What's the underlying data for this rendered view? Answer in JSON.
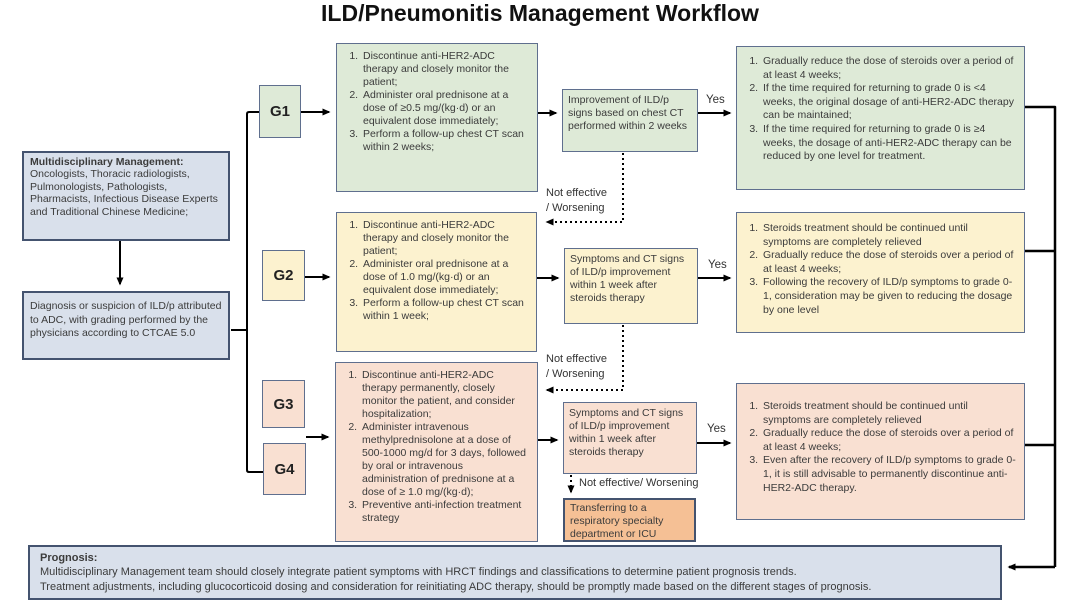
{
  "title": "ILD/Pneumonitis Management Workflow",
  "colors": {
    "green_fill": "#deead7",
    "yellow_fill": "#fcf2cf",
    "pink_fill": "#f9e0d2",
    "orange_fill": "#f5c095",
    "blue_fill": "#d9e0eb",
    "box_border": "#5f6f8e",
    "dark_border": "#44536f",
    "arrow": "#000000"
  },
  "left": {
    "multidisciplinary_heading": "Multidisciplinary Management:",
    "multidisciplinary_body": "Oncologists, Thoracic radiologists, Pulmonologists, Pathologists, Pharmacists, Infectious Disease Experts and Traditional Chinese Medicine;",
    "diagnosis": "Diagnosis or suspicion of ILD/p attributed to ADC, with grading performed by the physicians according to CTCAE 5.0"
  },
  "grades": {
    "g1": "G1",
    "g2": "G2",
    "g3": "G3",
    "g4": "G4"
  },
  "treatment": {
    "g1": {
      "items": [
        "Discontinue anti-HER2-ADC therapy and closely monitor the patient;",
        "Administer oral prednisone at a dose of ≥0.5 mg/(kg·d) or an equivalent dose immediately;",
        "Perform a follow-up chest CT scan within 2 weeks;"
      ]
    },
    "g2": {
      "items": [
        "Discontinue anti-HER2-ADC therapy and closely monitor the patient;",
        "Administer oral prednisone at a dose of 1.0 mg/(kg·d) or an equivalent dose immediately;",
        "Perform a follow-up chest CT scan within 1 week;"
      ]
    },
    "g34": {
      "items": [
        "Discontinue anti-HER2-ADC therapy permanently, closely monitor the patient, and consider hospitalization;",
        "Administer intravenous methylprednisolone at a dose of 500-1000 mg/d for 3 days, followed by oral or intravenous administration of prednisone at a dose of ≥ 1.0 mg/(kg·d);",
        "Preventive anti-infection treatment strategy"
      ]
    }
  },
  "assessment": {
    "g1": "Improvement of ILD/p signs based on chest CT performed within 2 weeks",
    "g2": "Symptoms and CT signs of ILD/p improvement within 1 week after steroids therapy",
    "g34": "Symptoms and CT signs of ILD/p improvement within 1 week after steroids therapy"
  },
  "labels": {
    "yes": "Yes",
    "not_effective_line1": "Not effective",
    "not_effective_line2": "/ Worsening",
    "not_effective_inline": "Not effective/ Worsening"
  },
  "transfer": "Transferring to a respiratory specialty department or ICU",
  "outcome": {
    "g1": {
      "items": [
        "Gradually reduce the dose of steroids over a period of at least 4 weeks;",
        "If the time required for returning to grade 0 is <4 weeks, the original dosage of anti-HER2-ADC therapy can be maintained;",
        "If the time required for returning to grade 0 is ≥4 weeks, the dosage of anti-HER2-ADC therapy can be reduced by one level for treatment."
      ]
    },
    "g2": {
      "items": [
        "Steroids treatment should be continued until symptoms are completely relieved",
        "Gradually reduce the dose of steroids over a period of at least 4 weeks;",
        "Following the recovery of ILD/p symptoms to grade 0-1, consideration may be given to reducing the dosage by one level"
      ]
    },
    "g34": {
      "items": [
        "Steroids treatment should be continued until symptoms are completely relieved",
        "Gradually reduce the dose of steroids over a period of at least 4 weeks;",
        "Even after the recovery of ILD/p symptoms to grade 0-1, it is still advisable to permanently discontinue anti-HER2-ADC therapy."
      ]
    }
  },
  "prognosis": {
    "heading": "Prognosis:",
    "line1": "Multidisciplinary Management team should closely integrate patient symptoms with HRCT findings and classifications to determine patient prognosis trends.",
    "line2": "Treatment adjustments, including glucocorticoid dosing and consideration for reinitiating ADC therapy, should be promptly made based on the different stages of prognosis."
  }
}
